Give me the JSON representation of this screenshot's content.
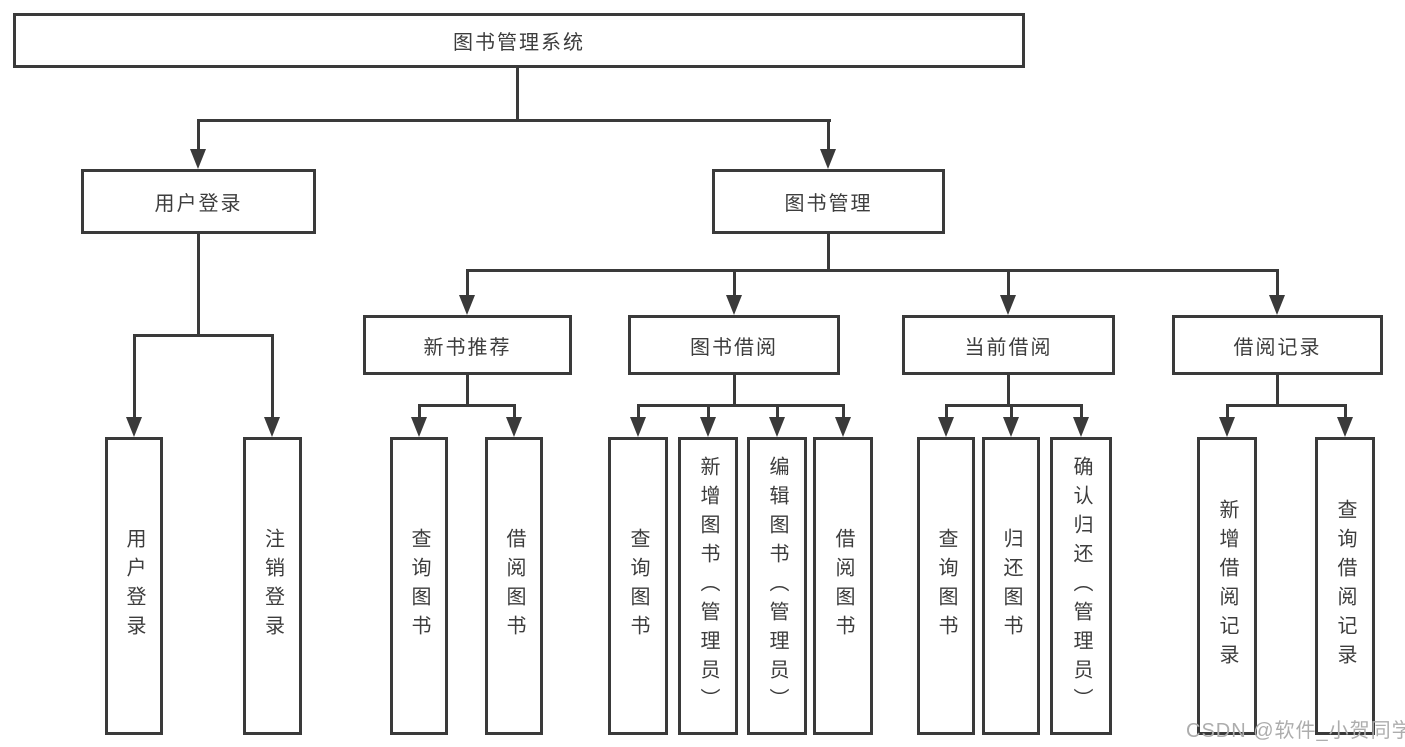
{
  "diagram": {
    "watermark": "CSDN @软件_小贺同学",
    "colors": {
      "line": "#3a3a3a",
      "text": "#3d3d3d",
      "watermark": "#adadad",
      "background": "#ffffff"
    }
  },
  "nodes": {
    "root": "图书管理系统",
    "user_login": "用户登录",
    "book_mgmt": "图书管理",
    "new_book_rec": "新书推荐",
    "book_borrow": "图书借阅",
    "current_borrow": "当前借阅",
    "borrow_record": "借阅记录",
    "leaf_user_login": "用户登录",
    "leaf_logout": "注销登录",
    "leaf_rec_query": "查询图书",
    "leaf_rec_borrow": "借阅图书",
    "leaf_bb_query": "查询图书",
    "leaf_bb_add": "新增图书（管理员）",
    "leaf_bb_edit": "编辑图书（管理员）",
    "leaf_bb_borrow": "借阅图书",
    "leaf_cb_query": "查询图书",
    "leaf_cb_return": "归还图书",
    "leaf_cb_confirm": "确认归还（管理员）",
    "leaf_br_add": "新增借阅记录",
    "leaf_br_query": "查询借阅记录"
  }
}
